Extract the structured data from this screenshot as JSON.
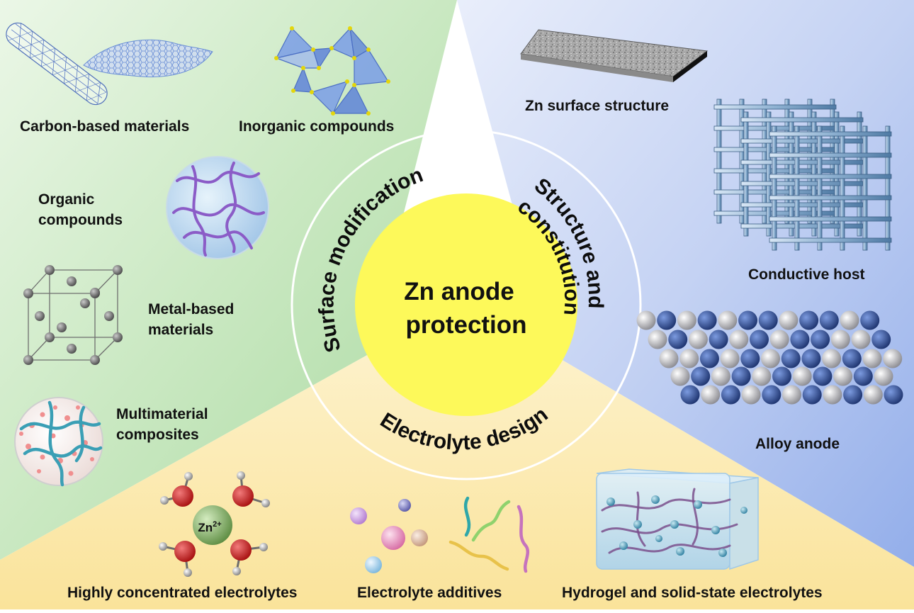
{
  "center": {
    "line1": "Zn anode",
    "line2": "protection"
  },
  "ring": {
    "surface": "Surface modification",
    "structure_line1": "Structure and",
    "structure_line2": "constitution",
    "electrolyte": "Electrolyte design"
  },
  "labels": {
    "carbon": "Carbon-based materials",
    "inorganic": "Inorganic compounds",
    "organic_1": "Organic",
    "organic_2": "compounds",
    "metal_1": "Metal-based",
    "metal_2": "materials",
    "multi_1": "Multimaterial",
    "multi_2": "composites",
    "zn_surface": "Zn surface structure",
    "conductive_host": "Conductive host",
    "alloy": "Alloy anode",
    "highly": "Highly concentrated electrolytes",
    "additives": "Electrolyte additives",
    "hydrogel": "Hydrogel and solid-state electrolytes",
    "zn_ion": "Zn",
    "zn_ion_charge": "2+"
  },
  "colors": {
    "surface_sector": "#bfe2b8",
    "structure_sector": "#b7c8f0",
    "electrolyte_sector": "#fbe6a4",
    "center_fill": "#fdf95a",
    "ring_stroke": "#ffffff",
    "zinc_atom": "#2f4f9a",
    "alloy_atom": "#b9b9bd",
    "water_oxygen": "#c81d1d",
    "zn_ion": "#7ea85c"
  }
}
